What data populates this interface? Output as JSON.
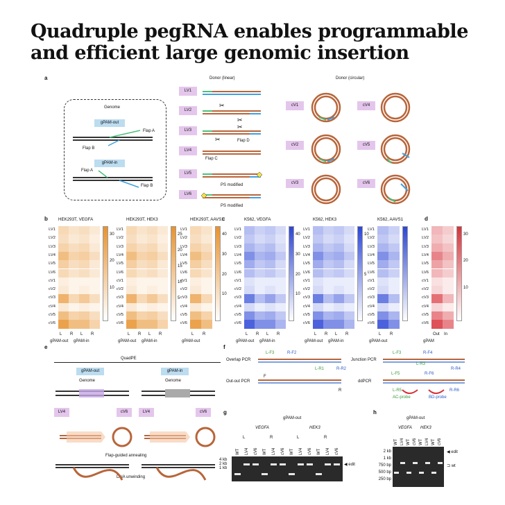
{
  "title": "Quadruple pegRNA enables programmable and efficient large genomic insertion",
  "panel_letters": {
    "a": "a",
    "b": "b",
    "c": "c",
    "d": "d",
    "e": "e",
    "f": "f",
    "g": "g",
    "h": "h"
  },
  "panel_a": {
    "genome_label": "Genome",
    "gpam_out": "gPAM-out",
    "gpam_in": "gPAM-in",
    "flap_a": "Flap A",
    "flap_b": "Flap B",
    "donor_linear": "Donor (linear)",
    "donor_circular": "Donor (circular)",
    "linear": [
      "LV1",
      "LV2",
      "LV3",
      "LV4",
      "LV5",
      "LV6"
    ],
    "circular": [
      "cV1",
      "cV2",
      "cV3",
      "cV4",
      "cV5",
      "cV6"
    ],
    "ps_modified": "PS modified",
    "flap_c": "Flap C",
    "flap_d": "Flap D"
  },
  "heatmaps": {
    "rows": [
      "LV1",
      "LV2",
      "LV3",
      "LV4",
      "LV5",
      "LV6",
      "cV1",
      "cV2",
      "cV3",
      "cV4",
      "cV5",
      "cV6"
    ],
    "b1": {
      "title": "HEK293T, VEGFA",
      "cols": [
        "L",
        "R",
        "L",
        "R"
      ],
      "groups": [
        "gPAM-out",
        "gPAM-in"
      ],
      "ticks": [
        "30",
        "20",
        "10"
      ]
    },
    "b2": {
      "title": "HEK293T, HEK3",
      "cols": [
        "L",
        "R",
        "L",
        "R"
      ],
      "groups": [
        "gPAM-out",
        "gPAM-in"
      ],
      "ticks": [
        "25",
        "20",
        "15",
        "10",
        "5"
      ]
    },
    "b3": {
      "title": "HEK293T, AAVS1",
      "cols": [
        "L",
        "R"
      ],
      "groups": [
        "gPAM-out"
      ],
      "ticks": [
        "40",
        "30",
        "20",
        "10"
      ]
    },
    "c1": {
      "title": "K562, VEGFA",
      "cols": [
        "L",
        "R",
        "L",
        "R"
      ],
      "groups": [
        "gPAM-out",
        "gPAM-in"
      ],
      "ticks": [
        "40",
        "30",
        "20",
        "10"
      ]
    },
    "c2": {
      "title": "K562, HEK3",
      "cols": [
        "L",
        "R",
        "L",
        "R"
      ],
      "groups": [
        "gPAM-out",
        "gPAM-in"
      ],
      "ticks": [
        "10",
        "5"
      ]
    },
    "c3": {
      "title": "K562, AAVS1",
      "cols": [
        "L",
        "R"
      ],
      "groups": [
        "gPAM-out"
      ],
      "ticks": []
    },
    "d": {
      "title": "",
      "cols": [
        "Out",
        "In"
      ],
      "groups": [
        "gPAM"
      ],
      "ticks": [
        "30",
        "20",
        "10"
      ]
    }
  },
  "panel_e": {
    "quadpe": "QuadPE",
    "gpam_out": "gPAM-out",
    "gpam_in": "gPAM-in",
    "genome": "Genome",
    "lv4": "LV4",
    "cv6": "cV6",
    "flap_guided": "Flap-guided annealing",
    "dna_unwinding": "DNA unwinding"
  },
  "panel_f": {
    "overlap": "Overlap PCR",
    "junction": "Junction PCR",
    "outout": "Out-out PCR",
    "ddpcr": "ddPCR",
    "primers": [
      "L-F3",
      "R-F2",
      "L-R1",
      "R-R2",
      "L-F3",
      "R-F4",
      "L-R3",
      "R-R4",
      "F",
      "R",
      "L-F5",
      "R-F6",
      "L-R5",
      "R-R6"
    ],
    "ac_probe": "AC-probe",
    "bd_probe": "BD-probe"
  },
  "panel_g": {
    "title": "gPAM-out",
    "loci": [
      "VEGFA",
      "HEK3"
    ],
    "lr": [
      "L",
      "R",
      "L",
      "R"
    ],
    "lanes": [
      "WT",
      "LV4",
      "cV6",
      "WT",
      "LV4",
      "cV6",
      "WT",
      "LV4",
      "cV6",
      "WT",
      "LV4",
      "cV6"
    ],
    "ladder": [
      "4 kb",
      "2 kb",
      "1 kb"
    ],
    "edit": "edit"
  },
  "panel_h": {
    "title": "gPAM-out",
    "loci": [
      "VEGFA",
      "HEK3"
    ],
    "lanes": [
      "WT",
      "LV4",
      "WT",
      "cV6",
      "WT",
      "LV4",
      "WT",
      "cV6"
    ],
    "ladder": [
      "2 kb",
      "1 kb",
      "750 bp",
      "500 bp",
      "250 bp"
    ],
    "edit": "edit",
    "wt": "wt"
  },
  "colors": {
    "orange": "#e8922e",
    "blue": "#2c46d6",
    "red": "#d8323a",
    "lavender": "#e4c6ec",
    "lightblue": "#bcdcf0",
    "donor": "#b8653a"
  }
}
